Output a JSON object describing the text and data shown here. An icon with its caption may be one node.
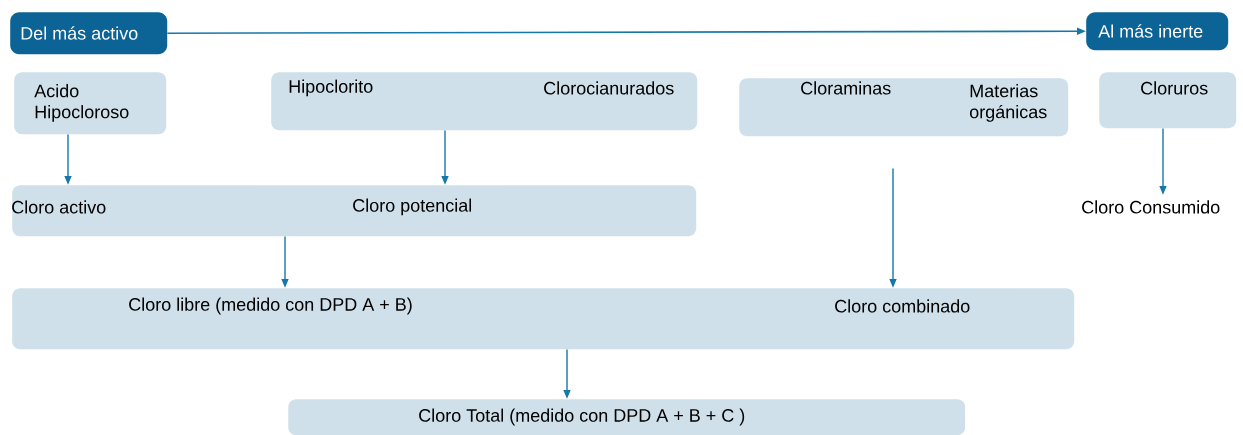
{
  "diagram": {
    "nodes": [
      {
        "text": [
          "Del más activo"
        ]
      },
      {
        "text": [
          "Al más inerte"
        ]
      },
      {
        "text": [
          "Acido Hipocloroso"
        ]
      },
      {
        "text": [
          "Hipoclorito",
          "Clorocianurados"
        ]
      },
      {
        "text": [
          "Cloraminas",
          "Materias orgánicas"
        ]
      },
      {
        "text": [
          "Cloruros"
        ]
      },
      {
        "text": [
          "Cloro activo",
          "Cloro potencial"
        ]
      },
      {
        "text": [
          "Cloro Consumido"
        ]
      },
      {
        "text": [
          "Cloro libre (medido con DPD  A + B)",
          "Cloro combinado"
        ]
      },
      {
        "text": [
          "Cloro Total (medido con DPD  A + B + C )"
        ]
      }
    ],
    "edges": [
      {
        "from": 0,
        "to": 1,
        "arrow": "to"
      },
      {
        "from": 2,
        "to": 6,
        "arrow": "to"
      },
      {
        "from": 3,
        "to": 6,
        "arrow": "to"
      },
      {
        "from": 5,
        "to": 7,
        "arrow": "to"
      },
      {
        "from": 6,
        "to": 8,
        "arrow": "to"
      },
      {
        "from": 4,
        "to": 8,
        "arrow": "to"
      },
      {
        "from": 8,
        "to": 9,
        "arrow": "to"
      }
    ]
  }
}
